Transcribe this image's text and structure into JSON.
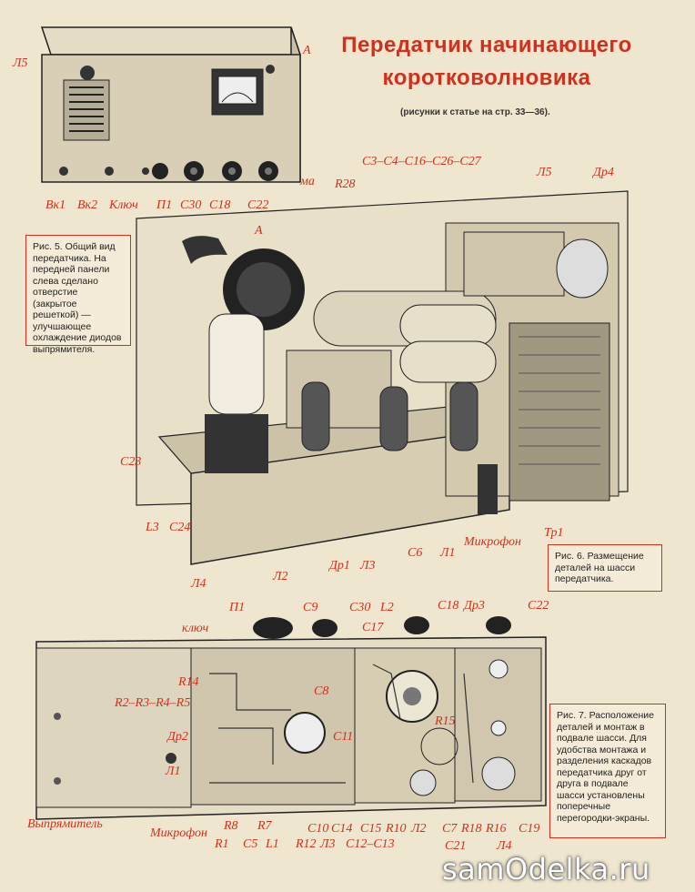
{
  "title_line1": "Передатчик начинающего",
  "title_line2": "коротковолновика",
  "subtitle": "(рисунки к статье на стр. 33—36).",
  "fig5_caption": "Рис. 5. Общий вид передатчика. На передней панели слева сделано отверстие (закрытое решеткой) — улучшающее охлаждение диодов выпрямителя.",
  "fig6_caption": "Рис. 6. Размещение деталей на шасси передатчика.",
  "fig7_caption": "Рис. 7. Расположение деталей и монтаж в подвале шасси. Для удобства монтажа и разделения каскадов передатчика друг от друга в подвале шасси установлены поперечные перегородки-экраны.",
  "fig5_labels": {
    "l5": "Л5",
    "a": "А",
    "vk1": "Вк1",
    "vk2": "Вк2",
    "kluch": "Ключ",
    "p1": "П1",
    "c30": "С30",
    "c18": "С18",
    "c22": "С22"
  },
  "fig6_labels": {
    "ma": "ма",
    "r28": "R28",
    "a": "А",
    "cgroup": "С3–С4–С16–С26–С27",
    "l5": "Л5",
    "dr4": "Др4",
    "c23": "С23",
    "l3": "L3",
    "c24": "С24",
    "l4": "Л4",
    "l2": "Л2",
    "dr1": "Др1",
    "l3b": "Л3",
    "c6": "С6",
    "l1": "Л1",
    "mic": "Микрофон",
    "tr1": "Тр1"
  },
  "fig7_labels": {
    "kluch": "ключ",
    "p1": "П1",
    "c9": "С9",
    "c30": "С30",
    "l2": "L2",
    "c18": "С18",
    "dr3": "Др3",
    "c22": "С22",
    "c17": "С17",
    "r14": "R14",
    "rgroup": "R2–R3–R4–R5",
    "c8": "С8",
    "c11": "С11",
    "r15": "R15",
    "dr2": "Др2",
    "l1": "Л1",
    "vypr": "Выпрямитель",
    "mic": "Микрофон",
    "r8": "R8",
    "r7": "R7",
    "r1": "R1",
    "c5": "С5",
    "L1": "L1",
    "r12": "R12",
    "c10": "С10",
    "c14": "С14",
    "l3": "Л3",
    "c12": "С12–С13",
    "c15": "С15",
    "r10": "R10",
    "l2b": "Л2",
    "c7": "С7",
    "c21": "С21",
    "r18": "R18",
    "r16": "R16",
    "l4": "Л4",
    "c19": "С19"
  },
  "watermark": "samOdelka.ru",
  "colors": {
    "accent": "#d2301c",
    "paper": "#efe6cf",
    "ink": "#222222"
  }
}
